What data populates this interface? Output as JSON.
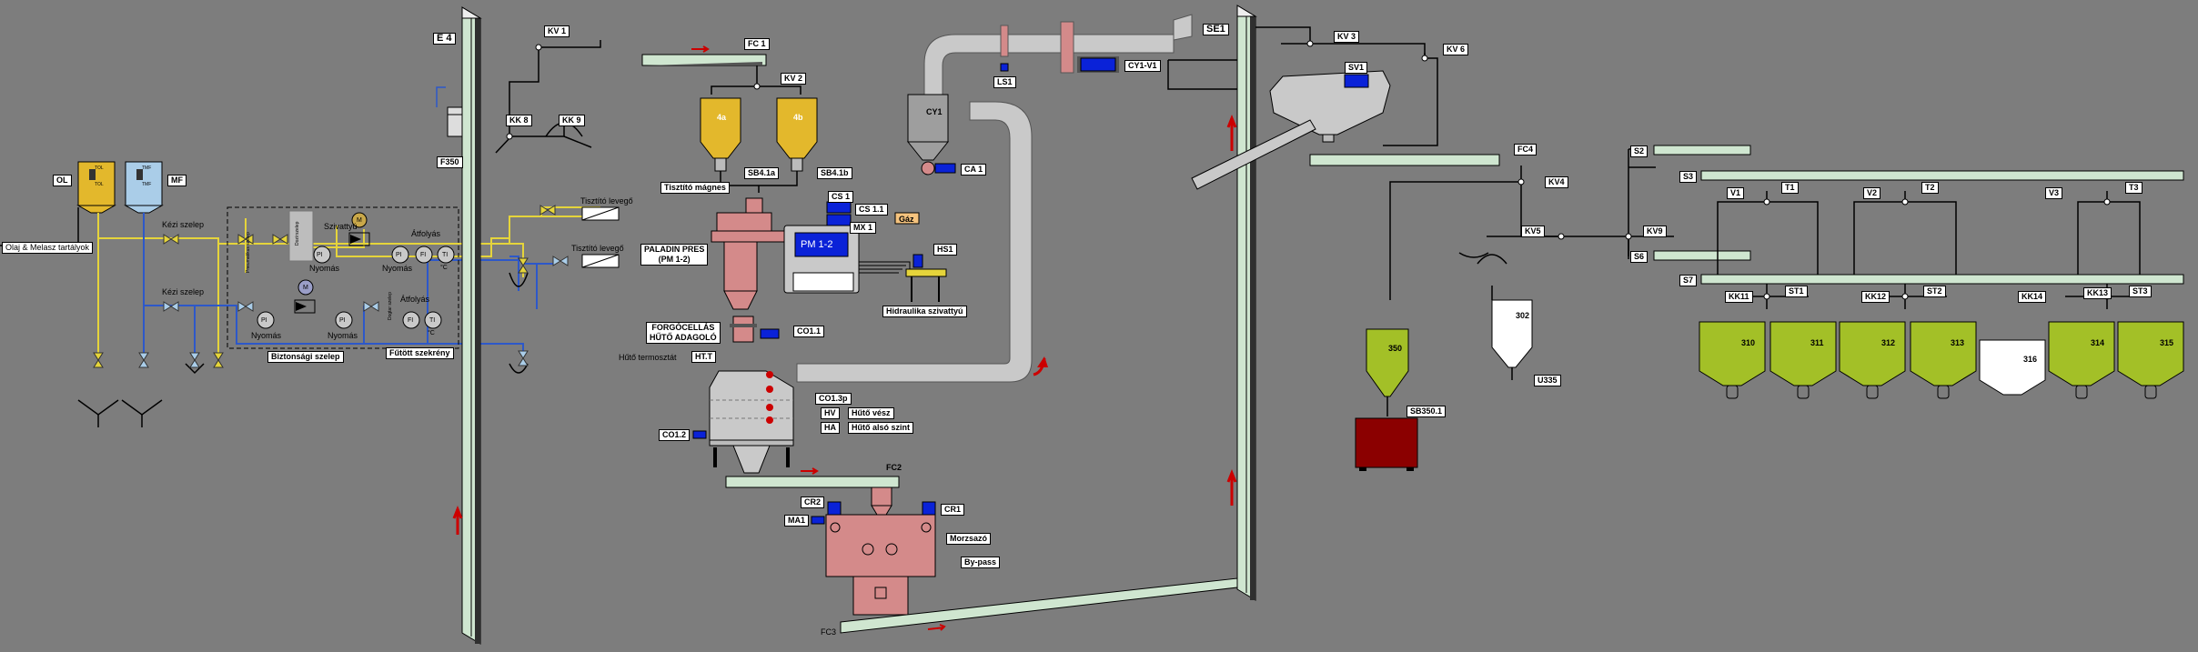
{
  "colors": {
    "bg": "#7d7d7d",
    "conveyor": "#cfe6d0",
    "duct": "#c9c9c9",
    "oil": "#e3b82c",
    "molasses": "#aacde8",
    "silo": "#a3c027",
    "pelletizer": "#d48a8a",
    "motor": "#0a22d8",
    "bin": "#8b0000",
    "gas": "#f5c37e"
  },
  "labels": {
    "e4": "E 4",
    "se1": "SE1",
    "kv1": "KV 1",
    "kv2": "KV 2",
    "kv3": "KV 3",
    "kv4": "KV4",
    "kv5": "KV5",
    "kv6": "KV 6",
    "kv9": "KV9",
    "kk8": "KK 8",
    "kk9": "KK 9",
    "fc1": "FC 1",
    "fc2": "FC2",
    "fc3": "FC3",
    "fc4": "FC4",
    "f350": "F350",
    "ls1": "LS1",
    "cy1": "CY1",
    "cy1v1": "CY1-V1",
    "ca1": "CA 1",
    "sv1": "SV1",
    "sb41a": "SB4.1a",
    "sb41b": "SB4.1b",
    "cs1": "CS 1",
    "cs11": "CS 1.1",
    "mx1": "MX 1",
    "gaz": "Gáz",
    "hs1": "HS1",
    "pm12": "PM 1-2",
    "co11": "CO1.1",
    "co13p": "CO1.3p",
    "co12": "CO1.2",
    "hv": "HV",
    "ha": "HA",
    "cr1": "CR1",
    "cr2": "CR2",
    "ma1": "MA1",
    "s2": "S2",
    "s3": "S3",
    "s6": "S6",
    "s7": "S7",
    "v1": "V1",
    "v2": "V2",
    "v3": "V3",
    "t1": "T1",
    "t2": "T2",
    "t3": "T3",
    "kk11": "KK11",
    "kk12": "KK12",
    "kk14": "KK14",
    "kk13": "KK13",
    "st1": "ST1",
    "st2": "ST2",
    "st3": "ST3",
    "u335": "U335",
    "sb3501": "SB350.1",
    "ol": "OL",
    "mf": "MF",
    "tank_ol_a": "TOL",
    "tank_ol_b": "TOL",
    "tank_mf_a": "TMF",
    "tank_mf_b": "TMF",
    "oil_mol_tank": "Olaj & Melasz tartályok",
    "manual_valve1": "Kézi szelep",
    "manual_valve2": "Kézi szelep",
    "pump": "Szivattyú",
    "flow1": "Átfolyás",
    "flow2": "Átfolyás",
    "pressure1": "Nyomás",
    "pressure2": "Nyomás",
    "pressure3": "Nyomás",
    "pressure4": "Nyomás",
    "safety_valve": "Biztonsági szelep",
    "heated_cabinet": "Fűtött szekrény",
    "clean_air1": "Tisztító levegő",
    "clean_air2": "Tisztító levegő",
    "clean_magnet": "Tisztító mágnes",
    "paladin": "PALADIN PRES\n(PM 1-2)",
    "hydraulic": "Hidraulika szivattyú",
    "cooler_feeder": "FORGÓCELLÁS\nHŰTŐ ADAGOLÓ",
    "cooler_thermo": "Hűtő termosztát",
    "htt": "HT.T",
    "cooler_alarm": "Hűtő vész",
    "cooler_low": "Hűtő alsó szint",
    "crumbler": "Morzsazó",
    "bypass": "By-pass",
    "pi": "PI",
    "fi": "FI",
    "ti": "TI",
    "m": "M",
    "degree": "°C",
    "v_pneu": "Pneumatikus szelep",
    "v_doser": "Dozírszelep",
    "v_leak": "Dogtar szelep"
  },
  "silos": {
    "s350": "350",
    "s302": "302",
    "s310": "310",
    "s311": "311",
    "s312": "312",
    "s313": "313",
    "s316": "316",
    "s314": "314",
    "s315": "315"
  },
  "bins": {
    "b4a": "4a",
    "b4b": "4b"
  }
}
